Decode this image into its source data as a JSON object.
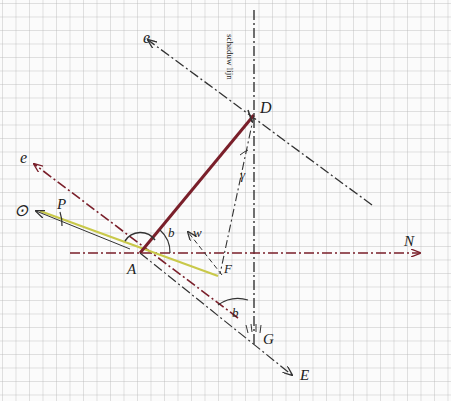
{
  "diagram": {
    "labels": [
      "e",
      "schaduw lijn",
      "D",
      "e",
      "⊙",
      "P",
      "b",
      "w",
      "A",
      "F",
      "N",
      "γ",
      "b",
      "G",
      "E"
    ]
  }
}
